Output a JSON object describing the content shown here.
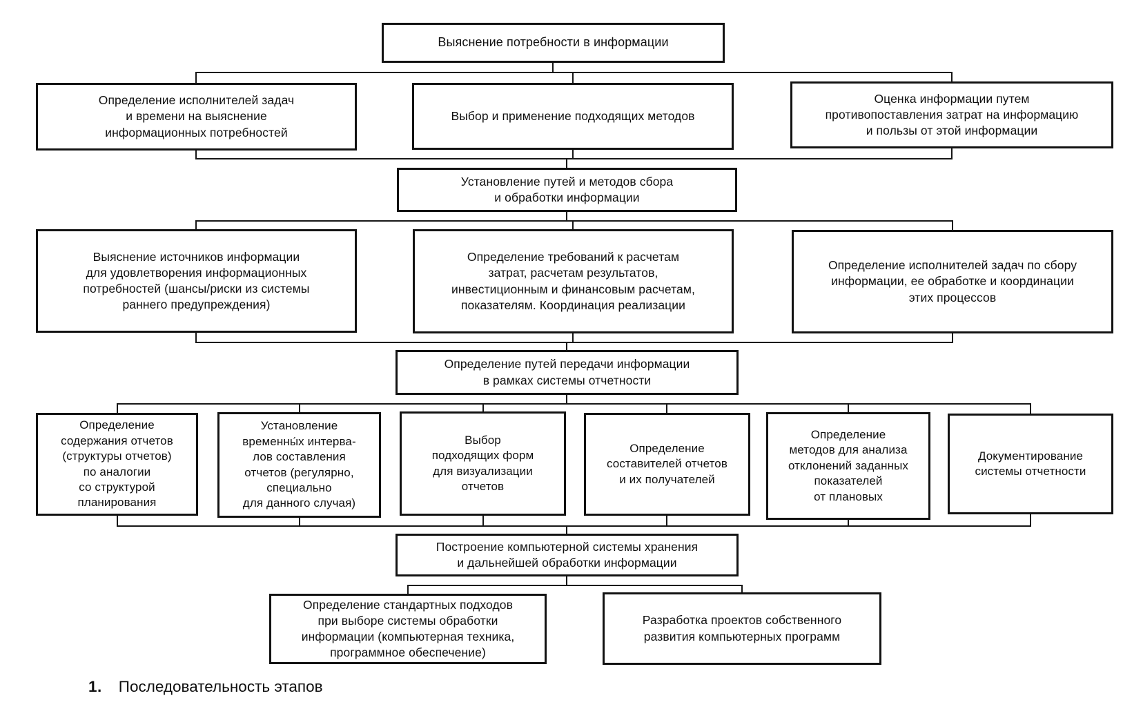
{
  "diagram": {
    "nodes": {
      "n1": "Выяснение потребности в информации",
      "n2a": "Определение исполнителей задач\nи времени на выяснение\nинформационных потребностей",
      "n2b": "Выбор и применение подходящих методов",
      "n2c": "Оценка информации путем\nпротивопоставления затрат на информацию\nи пользы от этой информации",
      "n3": "Установление путей и методов сбора\nи обработки информации",
      "n4a": "Выяснение источников информации\nдля удовлетворения информационных\nпотребностей (шансы/риски из системы\nраннего предупреждения)",
      "n4b": "Определение требований к расчетам\nзатрат, расчетам результатов,\nинвестиционным и финансовым расчетам,\nпоказателям. Координация реализации",
      "n4c": "Определение исполнителей задач по сбору\nинформации, ее обработке и координации\nэтих процессов",
      "n5": "Определение путей передачи информации\nв рамках системы отчетности",
      "n6a": "Определение\nсодержания отчетов\n(структуры отчетов)\nпо аналогии\nсо структурой\nпланирования",
      "n6b": "Установление\nвременны́х интерва-\nлов составления\nотчетов (регулярно,\nспециально\nдля данного случая)",
      "n6c": "Выбор\nподходящих форм\nдля визуализации\nотчетов",
      "n6d": "Определение\nсоставителей отчетов\nи их получателей",
      "n6e": "Определение\nметодов для анализа\nотклонений заданных\nпоказателей\nот плановых",
      "n6f": "Документирование\nсистемы отчетности",
      "n7": "Построение компьютерной системы хранения\nи дальнейшей обработки информации",
      "n8a": "Определение стандартных подходов\nпри выборе системы обработки\nинформации (компьютерная техника,\nпрограммное обеспечение)",
      "n8b": "Разработка проектов собственного\nразвития компьютерных программ"
    },
    "caption": {
      "number": "1.",
      "text": "Последовательность этапов"
    },
    "colors": {
      "line": "#161616",
      "border": "#121212",
      "background": "#ffffff",
      "text": "#111111"
    }
  }
}
